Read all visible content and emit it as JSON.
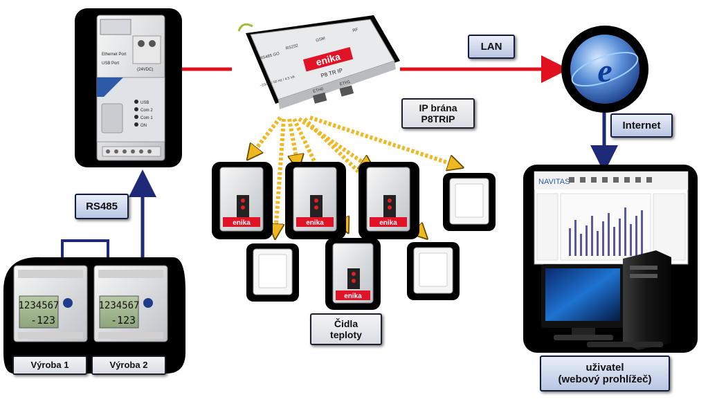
{
  "labels": {
    "lan": "LAN",
    "internet": "Internet",
    "rs485": "RS485",
    "gateway": [
      "IP brána",
      "P8TRIP"
    ],
    "sensors": [
      "Čidla",
      "teploty"
    ],
    "user": [
      "uživatel",
      "(webový prohlížeč)"
    ],
    "production_1": "Výroba 1",
    "production_2": "Výroba 2"
  },
  "device_text": {
    "gateway_brand": "enika",
    "gateway_model": "P8 TR IP",
    "gateway_ports": [
      "RS485 GO",
      "RS232",
      "GSM",
      "RF",
      "ETH0",
      "ETH1"
    ],
    "gateway_power": "~230 V / 50 Hz / 4.5 VA",
    "converter_ports": [
      "Ethernet Port",
      "USB Port"
    ],
    "converter_power": "(24VDC)",
    "converter_leds": [
      "USB",
      "Com 2",
      "Com 1",
      "ON"
    ],
    "meter_display_top": "1234567",
    "meter_display_bottom": "-123",
    "sensor_brand": "enika",
    "monitor_brand": "NAVITAS"
  },
  "colors": {
    "rs485_line": "#1e2a78",
    "lan_line": "#e0101e",
    "wireless_dots": "#f0b820",
    "label_border": "#1c1f2a"
  }
}
